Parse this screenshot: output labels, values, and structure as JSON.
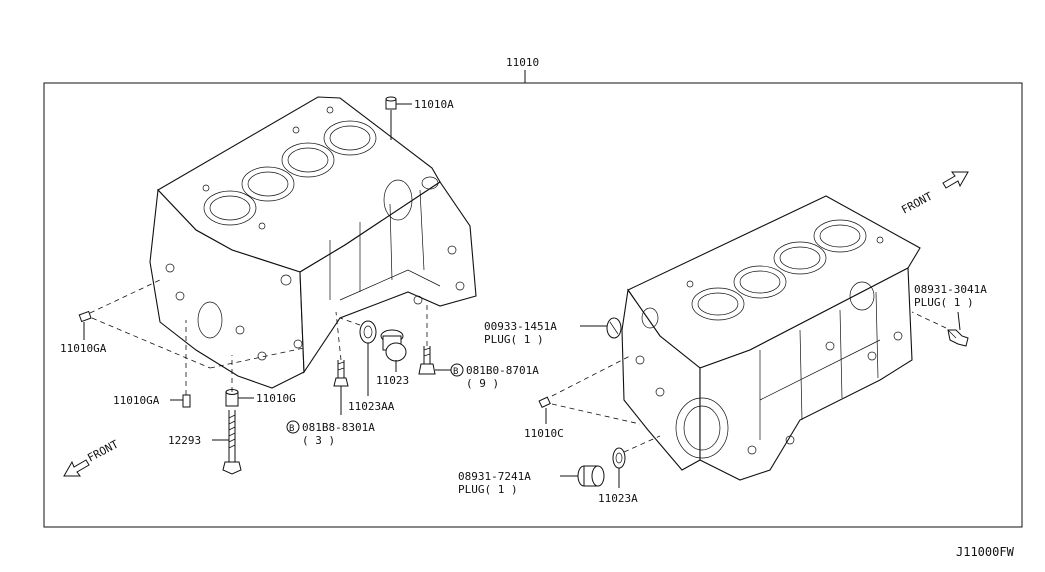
{
  "diagram_id": "J11000FW",
  "assembly": {
    "part_number": "11010"
  },
  "callouts": [
    {
      "id": "c-11010a",
      "text": "11010A"
    },
    {
      "id": "c-11010ga-1",
      "text": "11010GA"
    },
    {
      "id": "c-11010ga-2",
      "text": "11010GA"
    },
    {
      "id": "c-11010g",
      "text": "11010G"
    },
    {
      "id": "c-12293",
      "text": "12293"
    },
    {
      "id": "c-11023",
      "text": "11023"
    },
    {
      "id": "c-11023aa",
      "text": "11023AA"
    },
    {
      "id": "c-081b8-8301a",
      "text": "081B8-8301A",
      "badge": "B",
      "qty": "( 3 )"
    },
    {
      "id": "c-081b0-8701a",
      "text": "081B0-8701A",
      "badge": "B",
      "qty": "( 9 )"
    },
    {
      "id": "c-00933-1451a",
      "text": "00933-1451A",
      "sub": "PLUG( 1 )"
    },
    {
      "id": "c-08931-3041a",
      "text": "08931-3041A",
      "sub": "PLUG( 1 )"
    },
    {
      "id": "c-11010c",
      "text": "11010C"
    },
    {
      "id": "c-08931-7241a",
      "text": "08931-7241A",
      "sub": "PLUG( 1 )"
    },
    {
      "id": "c-11023a",
      "text": "11023A"
    }
  ],
  "direction_labels": {
    "front_left": "FRONT",
    "front_right": "FRONT"
  }
}
